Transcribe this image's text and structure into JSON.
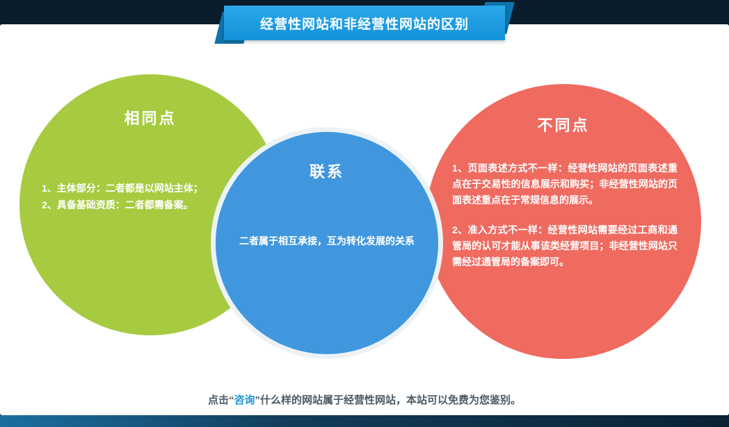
{
  "banner": {
    "title": "经营性网站和非经营性网站的区别"
  },
  "circles": {
    "same": {
      "label": "相同点",
      "items": [
        "1、主体部分：二者都是以网站主体；",
        "2、具备基础资质：二者都需备案。"
      ]
    },
    "link": {
      "label": "联系",
      "text": "二者属于相互承接，互为转化发展的关系"
    },
    "diff": {
      "label": "不同点",
      "items": [
        "1、页面表述方式不一样：经营性网站的页面表述重点在于交易性的信息展示和购买；非经营性网站的页面表述重点在于常规信息的展示。",
        "2、准入方式不一样：经营性网站需要经过工商和通管局的认可才能从事该类经营项目；非经营性网站只需经过通管局的备案即可。"
      ]
    }
  },
  "footer": {
    "prefix": "点击“",
    "link_text": "咨询",
    "suffix": "”什么样的网站属于经营性网站，本站可以免费为您鉴别。"
  },
  "colors": {
    "background": "#0a1d2c",
    "banner_blue": "#1392da",
    "green": "#a6cb40",
    "blue": "#4097de",
    "red": "#ef6a5f",
    "link_blue": "#1a96dc"
  }
}
